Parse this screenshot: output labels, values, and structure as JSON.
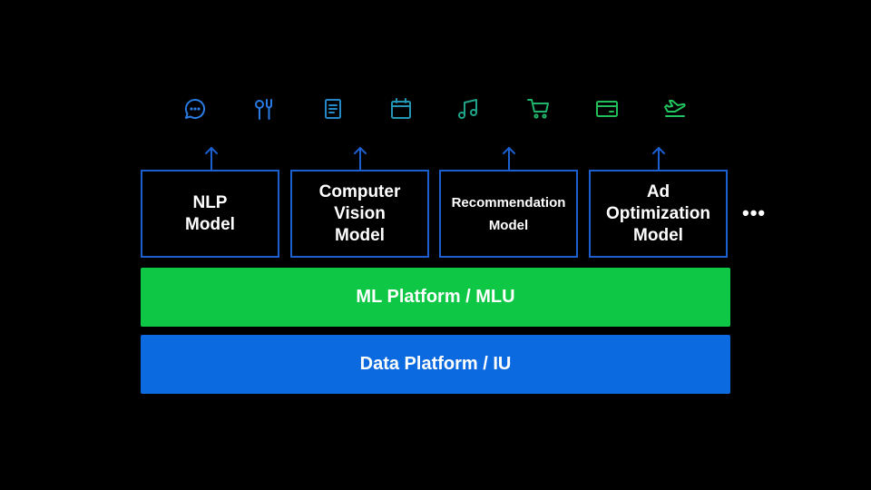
{
  "colors": {
    "background": "#000000",
    "box_border": "#1c5fd0",
    "arrow": "#1c5fd0",
    "ml_platform": "#0ec845",
    "data_platform": "#0b6ae0",
    "icon_blue": "#2a7be4",
    "icon_teal": "#1f9fa0",
    "icon_green": "#22c55e"
  },
  "icons": [
    {
      "name": "chat-bubble-icon",
      "color": "#2a7be4"
    },
    {
      "name": "fork-knife-icon",
      "color": "#2a7be4"
    },
    {
      "name": "document-icon",
      "color": "#2589c8"
    },
    {
      "name": "calendar-icon",
      "color": "#2396b4"
    },
    {
      "name": "music-note-icon",
      "color": "#1fa48a"
    },
    {
      "name": "shopping-cart-icon",
      "color": "#20b46a"
    },
    {
      "name": "credit-card-icon",
      "color": "#22bd58"
    },
    {
      "name": "airplane-icon",
      "color": "#22c55e"
    }
  ],
  "models": [
    {
      "label": "NLP\nModel"
    },
    {
      "label": "Computer\nVision\nModel"
    },
    {
      "label": "Recommendation\nModel"
    },
    {
      "label": "Ad\nOptimization\nModel"
    }
  ],
  "more_indicator": "•••",
  "ml_platform": {
    "label": "ML Platform / MLU"
  },
  "data_platform": {
    "label": "Data Platform / IU"
  }
}
